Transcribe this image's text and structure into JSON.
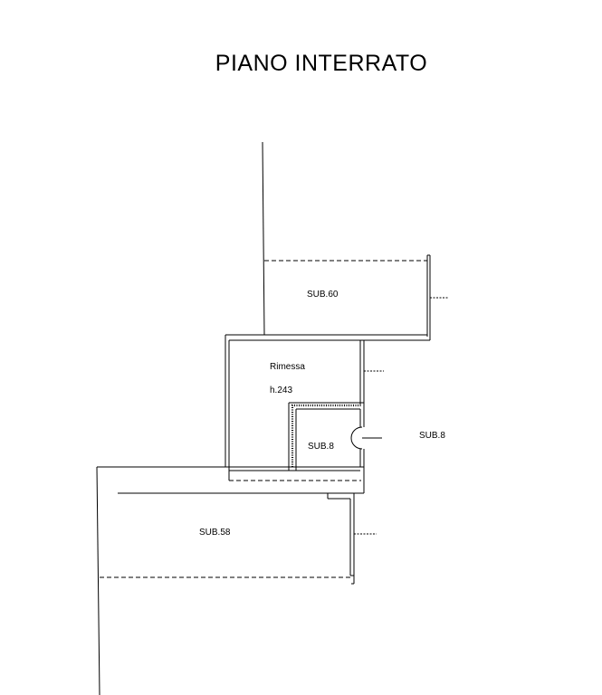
{
  "title": "PIANO  INTERRATO",
  "rooms": {
    "sub60": "SUB.60",
    "rimessa": "Rimessa",
    "rimessa_height": "h.243",
    "sub8_inner": "SUB.8",
    "sub8_outer": "SUB.8",
    "sub58": "SUB.58"
  }
}
